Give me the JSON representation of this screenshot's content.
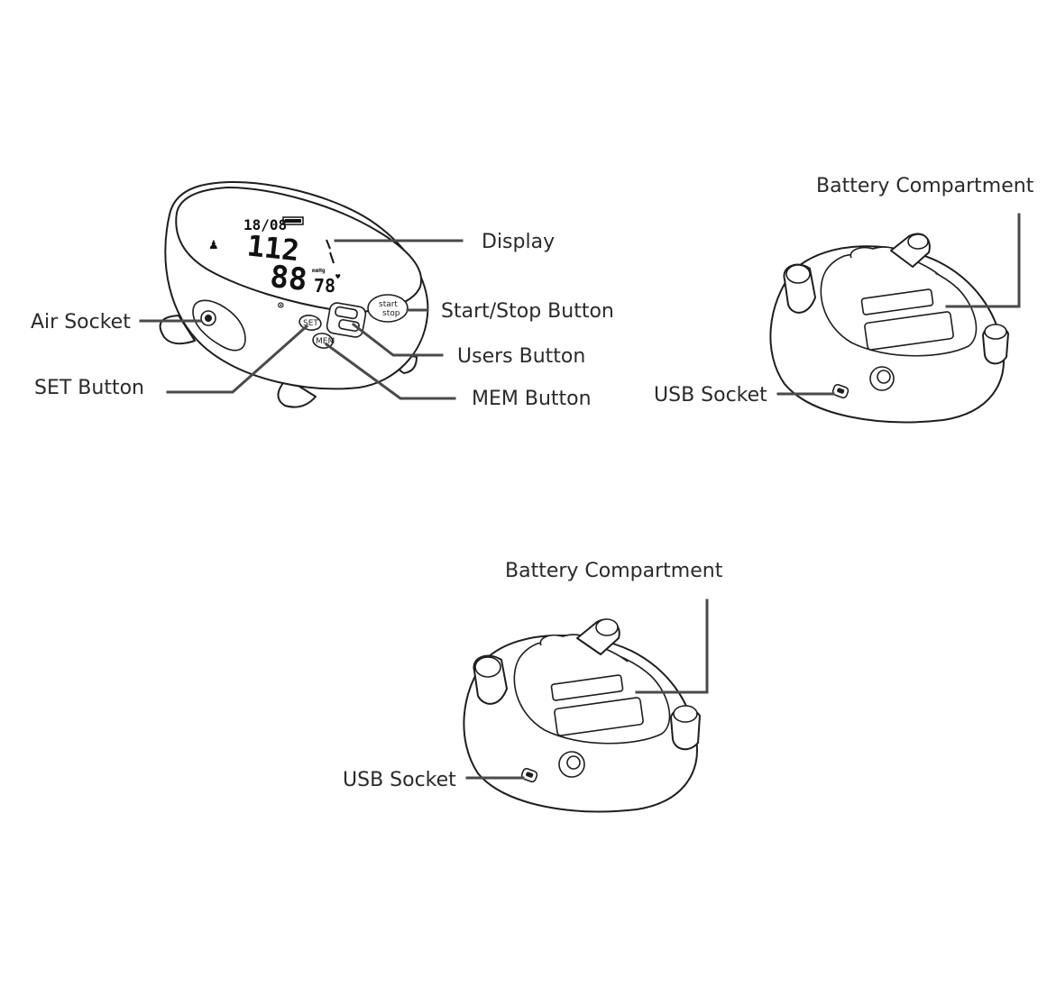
{
  "labels": {
    "display": "Display",
    "air_socket": "Air Socket",
    "start_stop_button": "Start/Stop Button",
    "users_button": "Users Button",
    "set_button": "SET Button",
    "mem_button": "MEM Button",
    "battery_compartment_right": "Battery Compartment",
    "usb_socket_right": "USB Socket",
    "battery_compartment_bottom": "Battery Compartment",
    "usb_socket_bottom": "USB Socket"
  },
  "device_screen": {
    "date": "18/08",
    "systolic": "112",
    "diastolic": "88",
    "pulse": "78",
    "unit": "mmHg"
  },
  "device_buttons": {
    "set": "SET",
    "mem": "MEM",
    "start": "start",
    "stop": "stop"
  }
}
